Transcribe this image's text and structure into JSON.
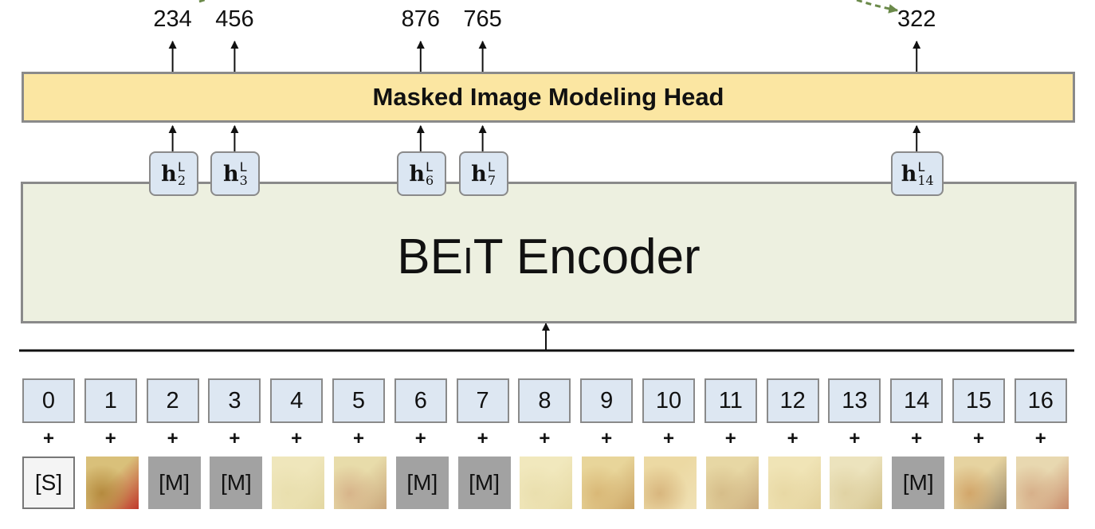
{
  "head": {
    "label": "Masked Image Modeling Head"
  },
  "encoder": {
    "label_prefix": "BE",
    "label_i": "I",
    "label_suffix": "T Encoder"
  },
  "outputs": [
    {
      "position": 2,
      "value": "234"
    },
    {
      "position": 3,
      "value": "456"
    },
    {
      "position": 6,
      "value": "876"
    },
    {
      "position": 7,
      "value": "765"
    },
    {
      "position": 14,
      "value": "322"
    }
  ],
  "hidden_states": [
    {
      "position": 2,
      "base": "h",
      "sup": "L",
      "sub": "2"
    },
    {
      "position": 3,
      "base": "h",
      "sup": "L",
      "sub": "3"
    },
    {
      "position": 6,
      "base": "h",
      "sup": "L",
      "sub": "6"
    },
    {
      "position": 7,
      "base": "h",
      "sup": "L",
      "sub": "7"
    },
    {
      "position": 14,
      "base": "h",
      "sup": "L",
      "sub": "14"
    }
  ],
  "positions": [
    "0",
    "1",
    "2",
    "3",
    "4",
    "5",
    "6",
    "7",
    "8",
    "9",
    "10",
    "11",
    "12",
    "13",
    "14",
    "15",
    "16"
  ],
  "plus": "+",
  "patches": [
    {
      "kind": "special",
      "label": "[S]"
    },
    {
      "kind": "image",
      "label": "",
      "colors": [
        "#d9c07a",
        "#b58a3e",
        "#c0392b"
      ]
    },
    {
      "kind": "mask",
      "label": "[M]"
    },
    {
      "kind": "mask",
      "label": "[M]"
    },
    {
      "kind": "image",
      "label": "",
      "colors": [
        "#efe6bb",
        "#e9dfae",
        "#e3d7a2"
      ]
    },
    {
      "kind": "image",
      "label": "",
      "colors": [
        "#e8dcaa",
        "#d7b48a",
        "#c9a57a"
      ]
    },
    {
      "kind": "mask",
      "label": "[M]"
    },
    {
      "kind": "mask",
      "label": "[M]"
    },
    {
      "kind": "image",
      "label": "",
      "colors": [
        "#f1e8bd",
        "#eadfae",
        "#e6d9a3"
      ]
    },
    {
      "kind": "image",
      "label": "",
      "colors": [
        "#e8d59a",
        "#d9b877",
        "#caa262"
      ]
    },
    {
      "kind": "image",
      "label": "",
      "colors": [
        "#ecd9a3",
        "#d8b67e",
        "#f0e1b5"
      ]
    },
    {
      "kind": "image",
      "label": "",
      "colors": [
        "#e7d7a4",
        "#d6bd89",
        "#c9a97a"
      ]
    },
    {
      "kind": "image",
      "label": "",
      "colors": [
        "#f0e4b6",
        "#e8d8a4",
        "#e2d09a"
      ]
    },
    {
      "kind": "image",
      "label": "",
      "colors": [
        "#ece3bd",
        "#e0d2a3",
        "#d2c08a"
      ]
    },
    {
      "kind": "mask",
      "label": "[M]"
    },
    {
      "kind": "image",
      "label": "",
      "colors": [
        "#e6d3a0",
        "#d2a66a",
        "#9c8a6a"
      ]
    },
    {
      "kind": "image",
      "label": "",
      "colors": [
        "#e8d8b0",
        "#d7b08a",
        "#c88a6a"
      ]
    }
  ],
  "colors": {
    "head_fill": "#fbe6a2",
    "encoder_fill": "#edf0e0",
    "hidden_state_fill": "#dbe6f2",
    "position_fill": "#dde7f2",
    "mask_fill": "#a2a2a2",
    "border": "#8a8a8a",
    "dashed_arrow": "#6b8a4a"
  }
}
